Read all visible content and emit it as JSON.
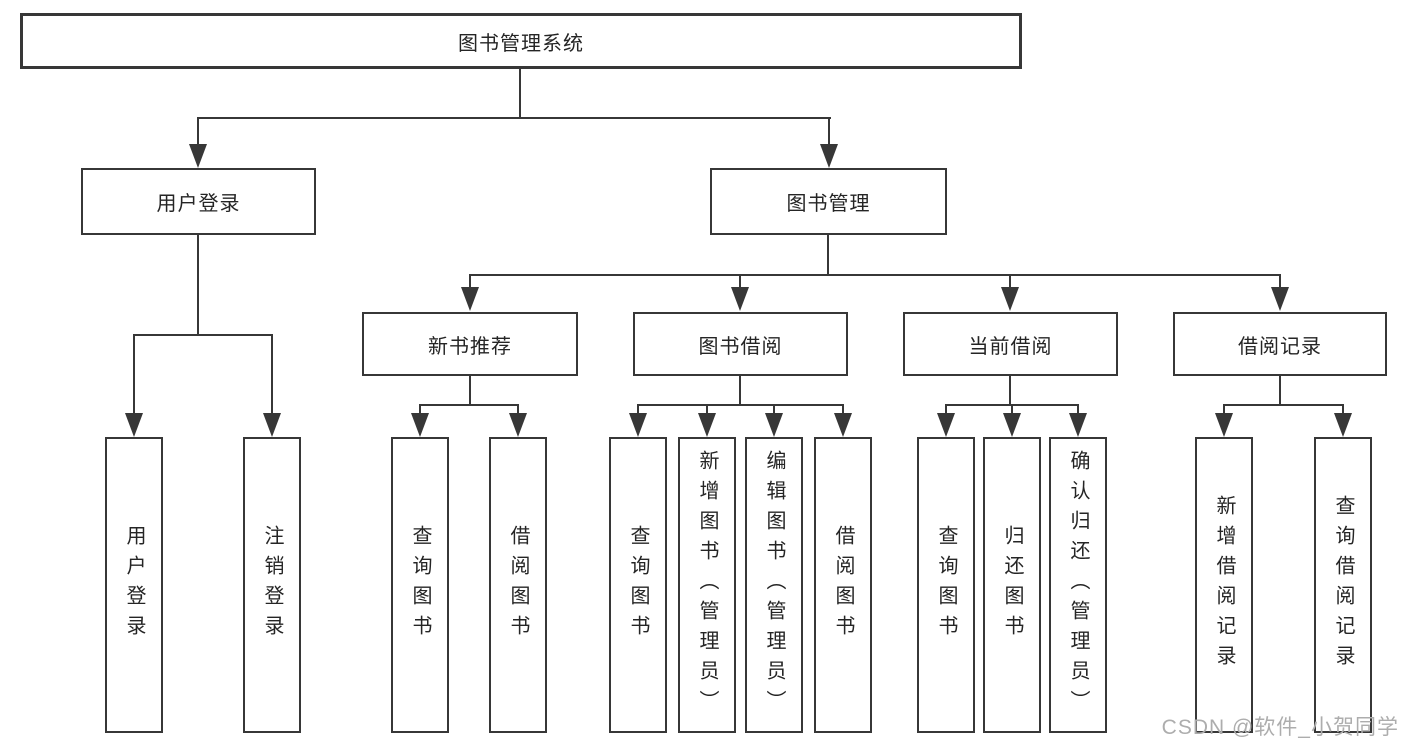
{
  "tree": {
    "root": {
      "label": "图书管理系统"
    },
    "level2": [
      {
        "label": "用户登录",
        "children": [
          {
            "label": "用户登录"
          },
          {
            "label": "注销登录"
          }
        ]
      },
      {
        "label": "图书管理"
      }
    ],
    "level3": [
      {
        "label": "新书推荐",
        "children": [
          {
            "label": "查询图书"
          },
          {
            "label": "借阅图书"
          }
        ]
      },
      {
        "label": "图书借阅",
        "children": [
          {
            "label": "查询图书"
          },
          {
            "label": "新增图书（管理员）"
          },
          {
            "label": "编辑图书（管理员）"
          },
          {
            "label": "借阅图书"
          }
        ]
      },
      {
        "label": "当前借阅",
        "children": [
          {
            "label": "查询图书"
          },
          {
            "label": "归还图书"
          },
          {
            "label": "确认归还（管理员）"
          }
        ]
      },
      {
        "label": "借阅记录",
        "children": [
          {
            "label": "新增借阅记录"
          },
          {
            "label": "查询借阅记录"
          }
        ]
      }
    ]
  },
  "watermark": {
    "label": "CSDN @软件_小贺同学"
  },
  "colors": {
    "line": "#373737",
    "text": "#252525",
    "background": "#ffffff",
    "watermark": "#adadad"
  }
}
